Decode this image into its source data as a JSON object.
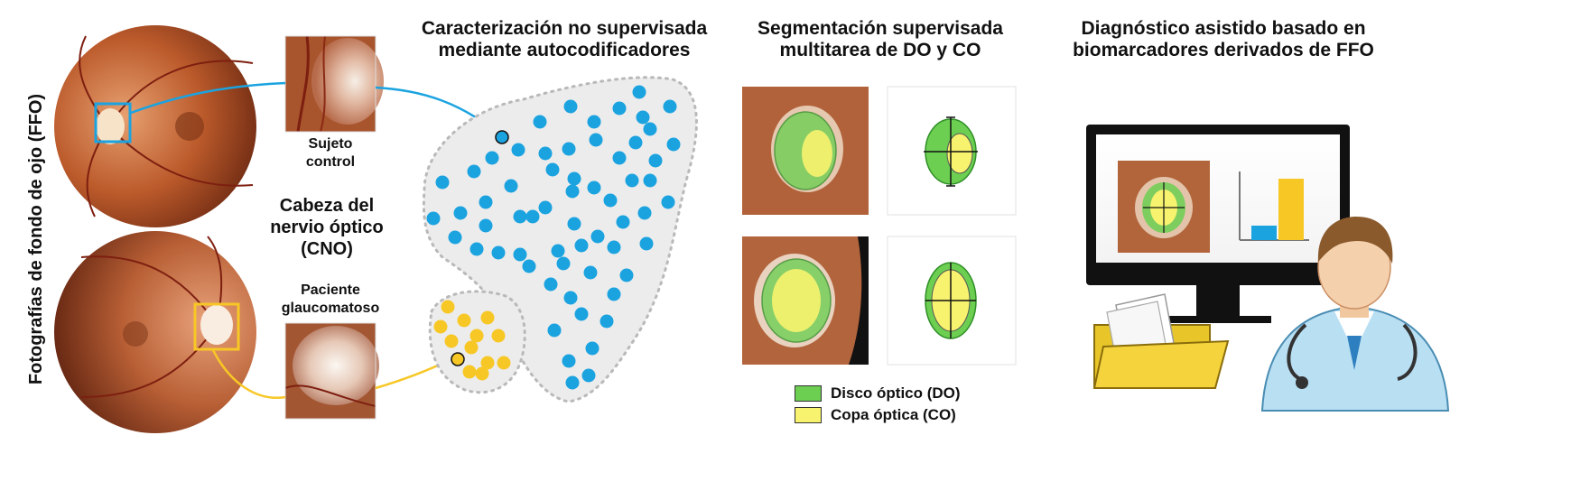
{
  "vertical_label": "Fotografías de fondo de ojo (FFO)",
  "sections": {
    "unsupervised_title": "Caracterización no supervisada mediante autocodificadores",
    "segmentation_title": "Segmentación supervisada multitarea de DO y CO",
    "diagnosis_title": "Diagnóstico asistido basado en biomarcadores derivados de FFO"
  },
  "labels": {
    "control": "Sujeto control",
    "onh": "Cabeza del nervio óptico (CNO)",
    "glaucoma": "Paciente glaucomatoso"
  },
  "legend": [
    {
      "label": "Disco óptico (DO)",
      "color": "#6ccf52"
    },
    {
      "label": "Copa óptica (CO)",
      "color": "#f8f36e"
    }
  ],
  "colors": {
    "control_cluster": "#1ba3e0",
    "glaucoma_cluster": "#f7c726",
    "cluster_bg": "#ececec",
    "disc": "#6ccf52",
    "cup": "#f8f36e"
  }
}
